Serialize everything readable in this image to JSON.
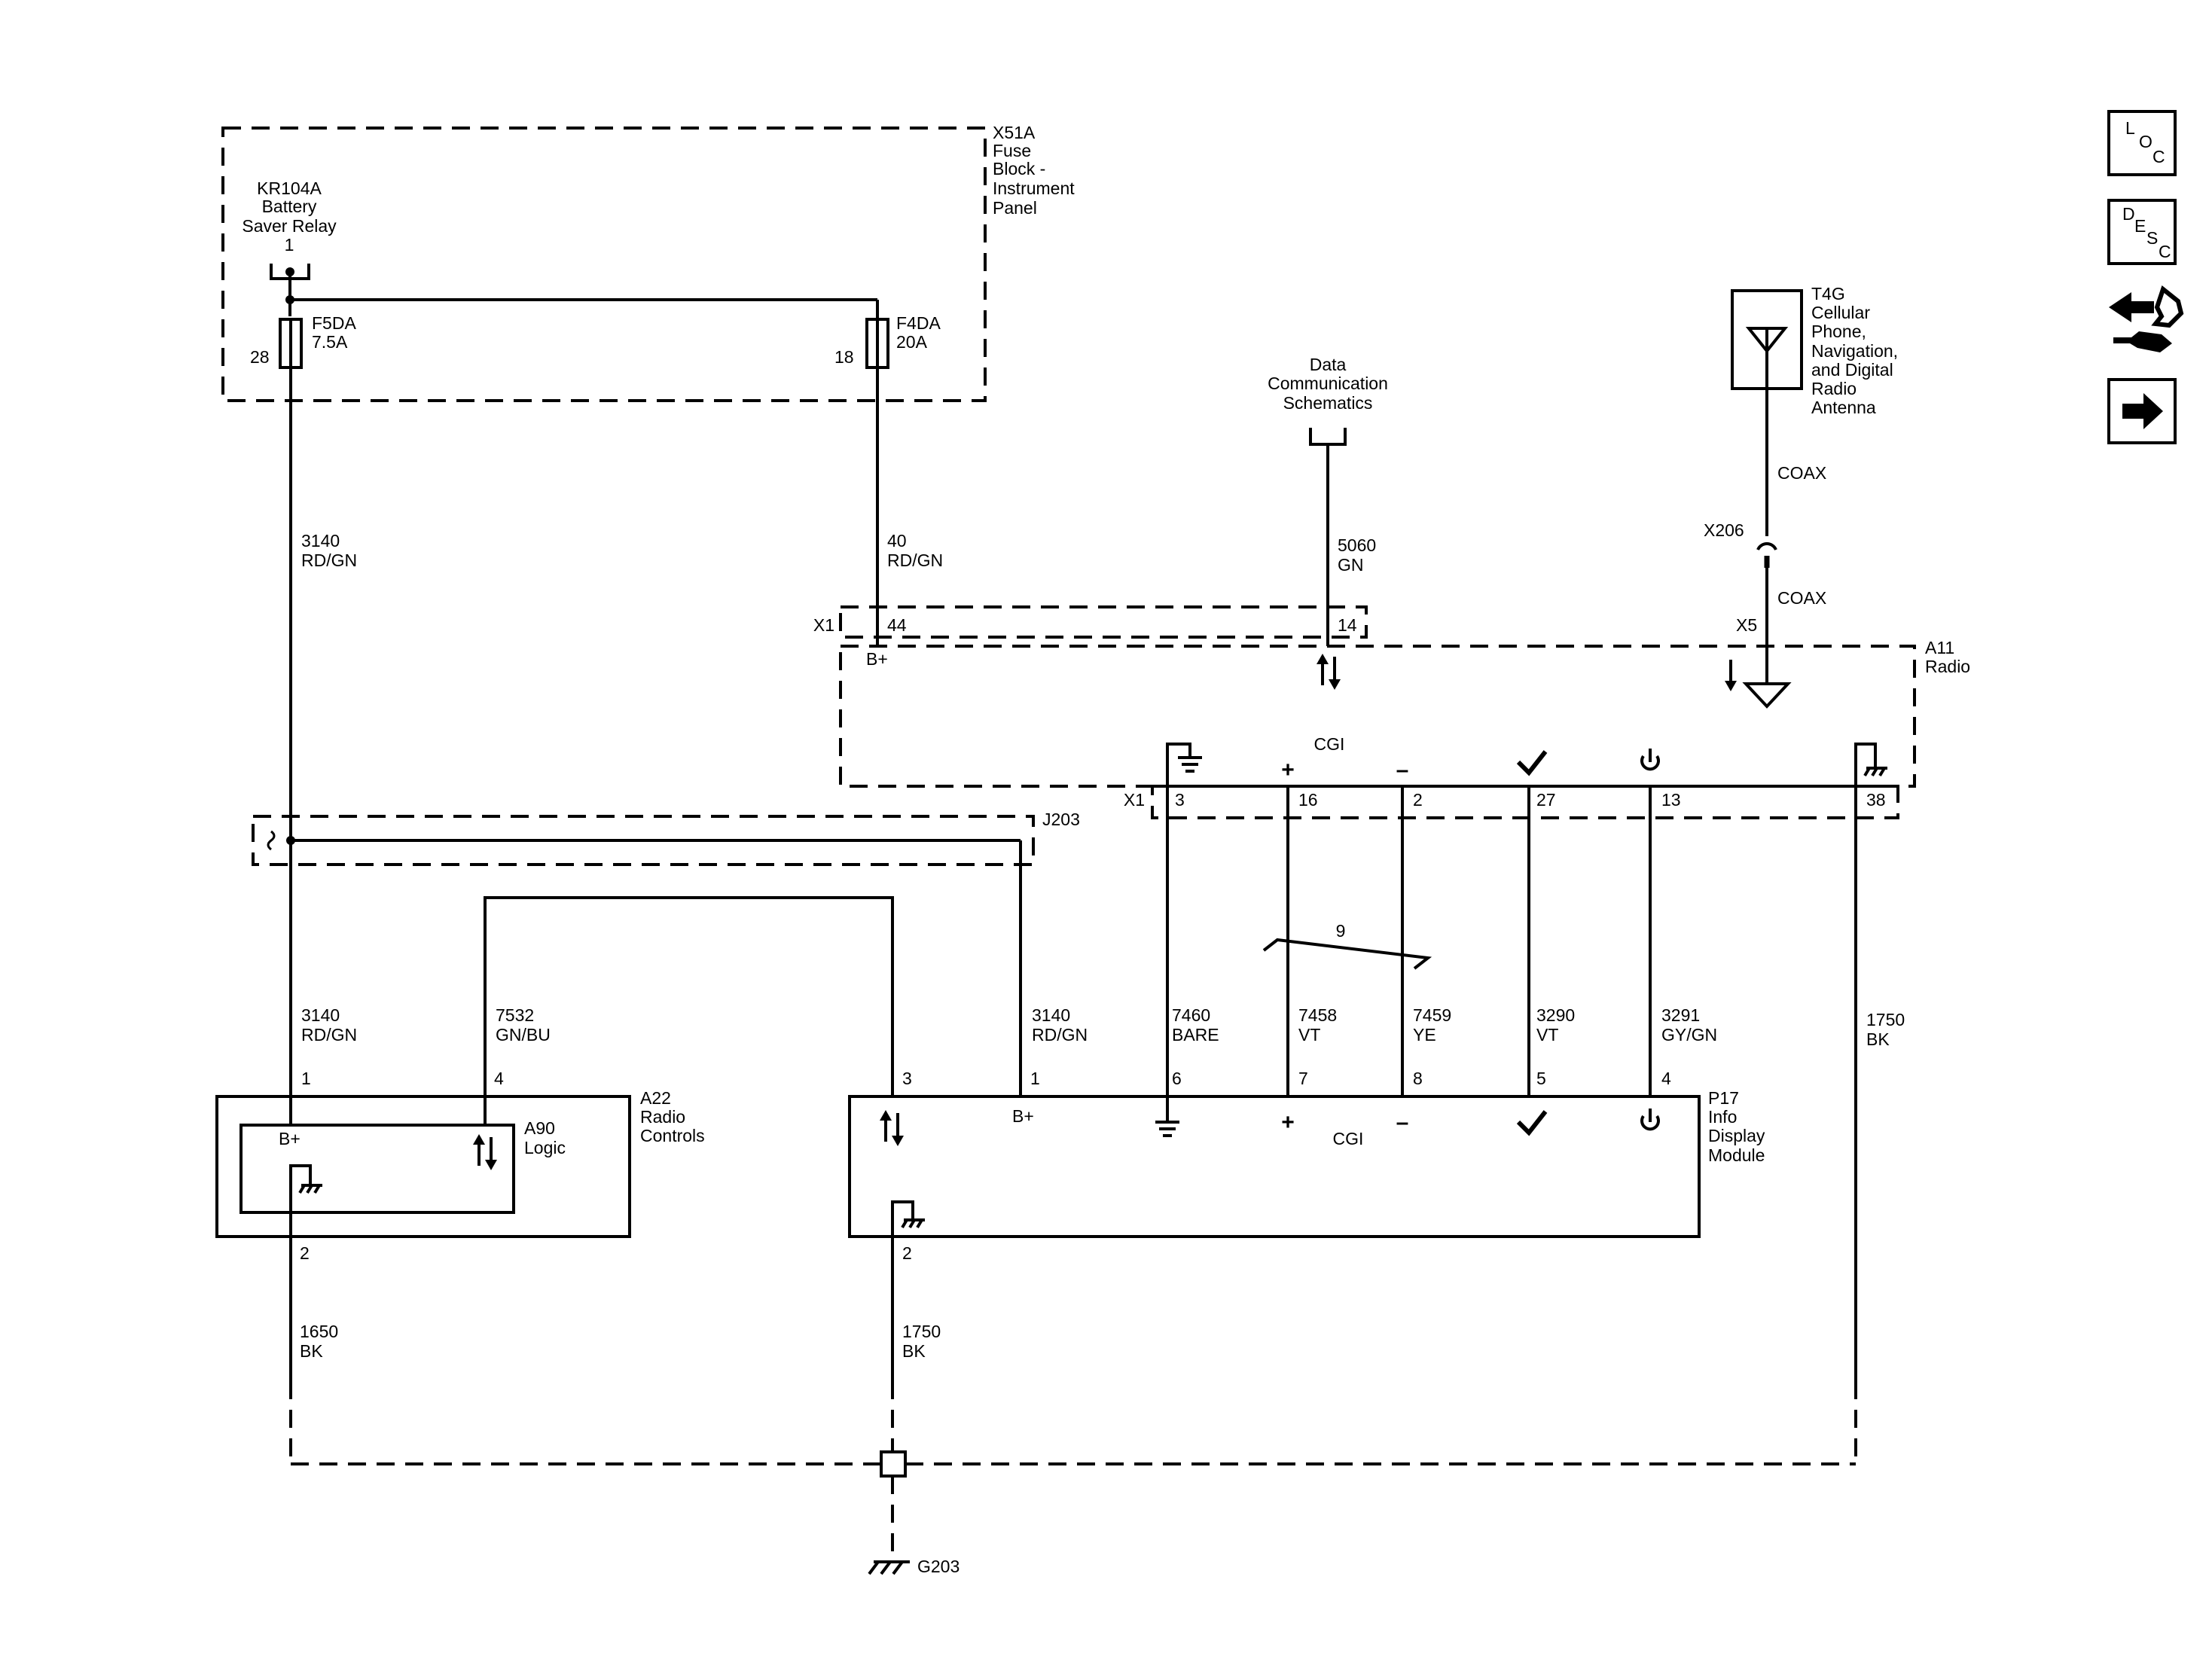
{
  "fuse_block": {
    "name": [
      "X51A",
      "Fuse",
      "Block -",
      "Instrument",
      "Panel"
    ]
  },
  "relay": {
    "name": [
      "KR104A",
      "Battery",
      "Saver Relay"
    ],
    "pin": "1"
  },
  "fuses": {
    "f5": {
      "name": "F5DA",
      "rating": "7.5A",
      "pin": "28"
    },
    "f4": {
      "name": "F4DA",
      "rating": "20A",
      "pin": "18"
    }
  },
  "wires": {
    "w3140_top": {
      "circuit": "3140",
      "color": "RD/GN"
    },
    "w40": {
      "circuit": "40",
      "color": "RD/GN"
    },
    "w5060": {
      "circuit": "5060",
      "color": "GN"
    },
    "w3140_left": {
      "circuit": "3140",
      "color": "RD/GN"
    },
    "w7532": {
      "circuit": "7532",
      "color": "GN/BU"
    },
    "w3140_mid": {
      "circuit": "3140",
      "color": "RD/GN"
    },
    "w7460": {
      "circuit": "7460",
      "color": "BARE"
    },
    "w7458": {
      "circuit": "7458",
      "color": "VT"
    },
    "w7459": {
      "circuit": "7459",
      "color": "YE"
    },
    "w3290": {
      "circuit": "3290",
      "color": "VT"
    },
    "w3291": {
      "circuit": "3291",
      "color": "GY/GN"
    },
    "w1750_right": {
      "circuit": "1750",
      "color": "BK"
    },
    "w1650": {
      "circuit": "1650",
      "color": "BK"
    },
    "w1750_left": {
      "circuit": "1750",
      "color": "BK"
    },
    "coax_top": "COAX",
    "coax_bottom": "COAX"
  },
  "data_comm": {
    "text": [
      "Data",
      "Communication",
      "Schematics"
    ]
  },
  "antenna": {
    "name": [
      "T4G",
      "Cellular",
      "Phone,",
      "Navigation,",
      "and Digital",
      "Radio",
      "Antenna"
    ]
  },
  "x206": "X206",
  "x5": "X5",
  "radio": {
    "name": [
      "A11",
      "Radio"
    ],
    "connector_top": "X1",
    "connector_bottom": "X1",
    "bplus": "B+",
    "cgi": "CGI",
    "pins_top": [
      "44",
      "14"
    ],
    "pins_bottom": [
      "3",
      "16",
      "2",
      "27",
      "13",
      "38"
    ]
  },
  "j203": "J203",
  "twist": "9",
  "a22": {
    "name": [
      "A22",
      "Radio",
      "Controls"
    ],
    "inner_name": [
      "A90",
      "Logic"
    ],
    "bplus": "B+",
    "pins": {
      "p1": "1",
      "p4": "4",
      "p2": "2"
    }
  },
  "p17": {
    "name": [
      "P17",
      "Info",
      "Display",
      "Module"
    ],
    "bplus": "B+",
    "cgi": "CGI",
    "pins": {
      "p3": "3",
      "p1": "1",
      "p6": "6",
      "p7": "7",
      "p8": "8",
      "p5": "5",
      "p4": "4",
      "p2": "2"
    }
  },
  "ground": "G203",
  "nav_buttons": {
    "loc": [
      "L",
      "O",
      "C"
    ],
    "desc": [
      "D",
      "E",
      "S",
      "C"
    ]
  }
}
